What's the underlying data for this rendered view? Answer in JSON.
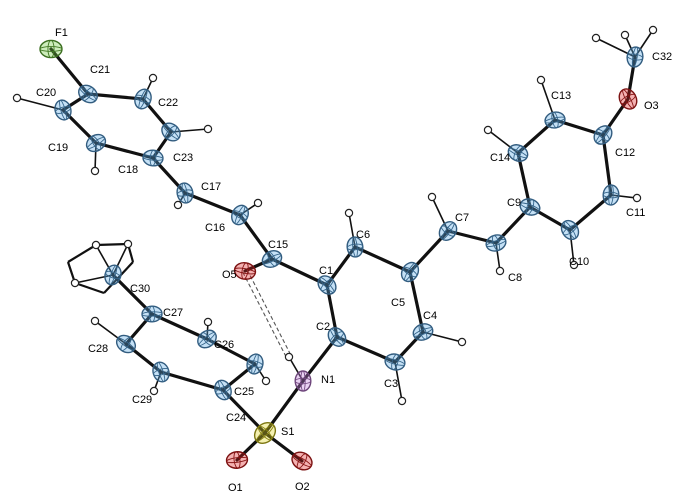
{
  "colors": {
    "carbon": "#5aa8e6",
    "oxygen": "#e02020",
    "nitrogen": "#c47ddc",
    "sulfur": "#e3d820",
    "fluorine": "#6cc83a",
    "hydrogen": "#ffffff",
    "bond": "#111111"
  },
  "atoms": [
    {
      "id": "F1",
      "el": "F"
    },
    {
      "id": "C21",
      "el": "C"
    },
    {
      "id": "C20",
      "el": "C"
    },
    {
      "id": "C22",
      "el": "C"
    },
    {
      "id": "C19",
      "el": "C"
    },
    {
      "id": "C18",
      "el": "C"
    },
    {
      "id": "C23",
      "el": "C"
    },
    {
      "id": "C17",
      "el": "C"
    },
    {
      "id": "C16",
      "el": "C"
    },
    {
      "id": "C15",
      "el": "C"
    },
    {
      "id": "O5",
      "el": "O"
    },
    {
      "id": "C1",
      "el": "C"
    },
    {
      "id": "C6",
      "el": "C"
    },
    {
      "id": "C5",
      "el": "C"
    },
    {
      "id": "C4",
      "el": "C"
    },
    {
      "id": "C3",
      "el": "C"
    },
    {
      "id": "C2",
      "el": "C"
    },
    {
      "id": "N1",
      "el": "N"
    },
    {
      "id": "C7",
      "el": "C"
    },
    {
      "id": "C8",
      "el": "C"
    },
    {
      "id": "C9",
      "el": "C"
    },
    {
      "id": "C10",
      "el": "C"
    },
    {
      "id": "C11",
      "el": "C"
    },
    {
      "id": "C12",
      "el": "C"
    },
    {
      "id": "C13",
      "el": "C"
    },
    {
      "id": "C14",
      "el": "C"
    },
    {
      "id": "O3",
      "el": "O"
    },
    {
      "id": "C32",
      "el": "C"
    },
    {
      "id": "S1",
      "el": "S"
    },
    {
      "id": "O1",
      "el": "O"
    },
    {
      "id": "O2",
      "el": "O"
    },
    {
      "id": "C24",
      "el": "C"
    },
    {
      "id": "C25",
      "el": "C"
    },
    {
      "id": "C26",
      "el": "C"
    },
    {
      "id": "C27",
      "el": "C"
    },
    {
      "id": "C28",
      "el": "C"
    },
    {
      "id": "C29",
      "el": "C"
    },
    {
      "id": "C30",
      "el": "C"
    }
  ],
  "bonds": [
    [
      "F1",
      "C21"
    ],
    [
      "C21",
      "C20"
    ],
    [
      "C20",
      "C19"
    ],
    [
      "C19",
      "C18"
    ],
    [
      "C18",
      "C23"
    ],
    [
      "C23",
      "C22"
    ],
    [
      "C22",
      "C21"
    ],
    [
      "C18",
      "C17"
    ],
    [
      "C17",
      "C16"
    ],
    [
      "C16",
      "C15"
    ],
    [
      "C15",
      "O5"
    ],
    [
      "C15",
      "C1"
    ],
    [
      "C1",
      "C6"
    ],
    [
      "C6",
      "C5"
    ],
    [
      "C5",
      "C4"
    ],
    [
      "C4",
      "C3"
    ],
    [
      "C3",
      "C2"
    ],
    [
      "C2",
      "C1"
    ],
    [
      "C2",
      "N1"
    ],
    [
      "N1",
      "S1"
    ],
    [
      "S1",
      "O1"
    ],
    [
      "S1",
      "O2"
    ],
    [
      "S1",
      "C24"
    ],
    [
      "C24",
      "C25"
    ],
    [
      "C25",
      "C26"
    ],
    [
      "C26",
      "C27"
    ],
    [
      "C27",
      "C28"
    ],
    [
      "C28",
      "C29"
    ],
    [
      "C29",
      "C24"
    ],
    [
      "C27",
      "C30"
    ],
    [
      "C5",
      "C7"
    ],
    [
      "C7",
      "C8"
    ],
    [
      "C8",
      "C9"
    ],
    [
      "C9",
      "C10"
    ],
    [
      "C10",
      "C11"
    ],
    [
      "C11",
      "C12"
    ],
    [
      "C12",
      "C13"
    ],
    [
      "C13",
      "C14"
    ],
    [
      "C14",
      "C9"
    ],
    [
      "C12",
      "O3"
    ],
    [
      "O3",
      "C32"
    ]
  ],
  "hydrogen_bond": [
    "O5",
    "H1N"
  ],
  "labels": [
    {
      "text": "F1",
      "atom": "F1"
    },
    {
      "text": "C21",
      "atom": "C21"
    },
    {
      "text": "C20",
      "atom": "C20"
    },
    {
      "text": "C22",
      "atom": "C22"
    },
    {
      "text": "C19",
      "atom": "C19"
    },
    {
      "text": "C18",
      "atom": "C18"
    },
    {
      "text": "C23",
      "atom": "C23"
    },
    {
      "text": "C17",
      "atom": "C17"
    },
    {
      "text": "C16",
      "atom": "C16"
    },
    {
      "text": "C15",
      "atom": "C15"
    },
    {
      "text": "O5",
      "atom": "O5"
    },
    {
      "text": "C1",
      "atom": "C1"
    },
    {
      "text": "C6",
      "atom": "C6"
    },
    {
      "text": "C5",
      "atom": "C5"
    },
    {
      "text": "C4",
      "atom": "C4"
    },
    {
      "text": "C3",
      "atom": "C3"
    },
    {
      "text": "C2",
      "atom": "C2"
    },
    {
      "text": "N1",
      "atom": "N1"
    },
    {
      "text": "C7",
      "atom": "C7"
    },
    {
      "text": "C8",
      "atom": "C8"
    },
    {
      "text": "C9",
      "atom": "C9"
    },
    {
      "text": "C10",
      "atom": "C10"
    },
    {
      "text": "C11",
      "atom": "C11"
    },
    {
      "text": "C12",
      "atom": "C12"
    },
    {
      "text": "C13",
      "atom": "C13"
    },
    {
      "text": "C14",
      "atom": "C14"
    },
    {
      "text": "O3",
      "atom": "O3"
    },
    {
      "text": "C32",
      "atom": "C32"
    },
    {
      "text": "S1",
      "atom": "S1"
    },
    {
      "text": "O1",
      "atom": "O1"
    },
    {
      "text": "O2",
      "atom": "O2"
    },
    {
      "text": "C24",
      "atom": "C24"
    },
    {
      "text": "C25",
      "atom": "C25"
    },
    {
      "text": "C26",
      "atom": "C26"
    },
    {
      "text": "C27",
      "atom": "C27"
    },
    {
      "text": "C28",
      "atom": "C28"
    },
    {
      "text": "C29",
      "atom": "C29"
    },
    {
      "text": "C30",
      "atom": "C30"
    }
  ]
}
